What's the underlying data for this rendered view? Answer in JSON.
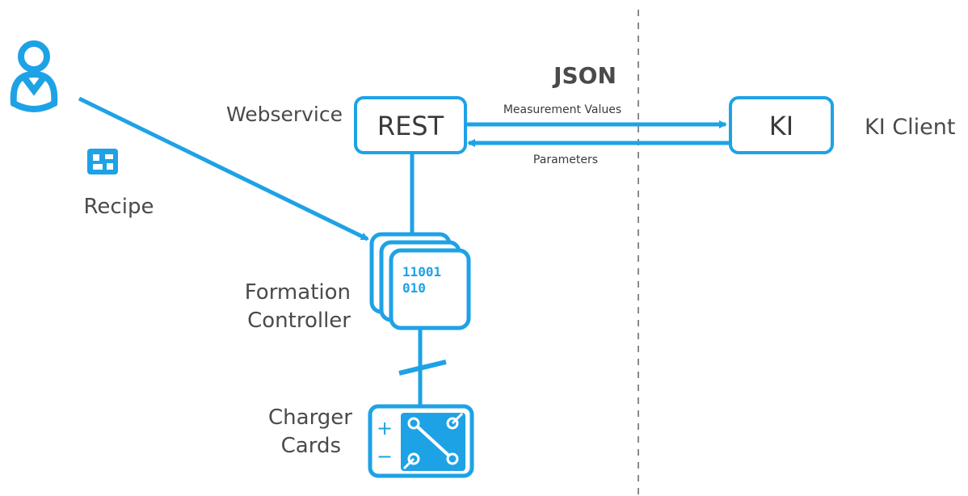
{
  "colors": {
    "accent": "#1ea2e6",
    "text": "#4a4a4a",
    "divider": "#8a8a8a"
  },
  "icons": [
    "user-icon",
    "recipe-icon",
    "controller-stack-icon",
    "charger-card-icon"
  ],
  "labels": {
    "recipe": "Recipe",
    "webservice": "Webservice",
    "rest": "REST",
    "json": "JSON",
    "measurement_values": "Measurement Values",
    "parameters": "Parameters",
    "ki": "KI",
    "ki_client": "KI Client",
    "formation_line1": "Formation",
    "formation_line2": "Controller",
    "charger_line1": "Charger",
    "charger_line2": "Cards",
    "code_line1": "11001",
    "code_line2": "010",
    "plus": "+",
    "minus": "−"
  }
}
